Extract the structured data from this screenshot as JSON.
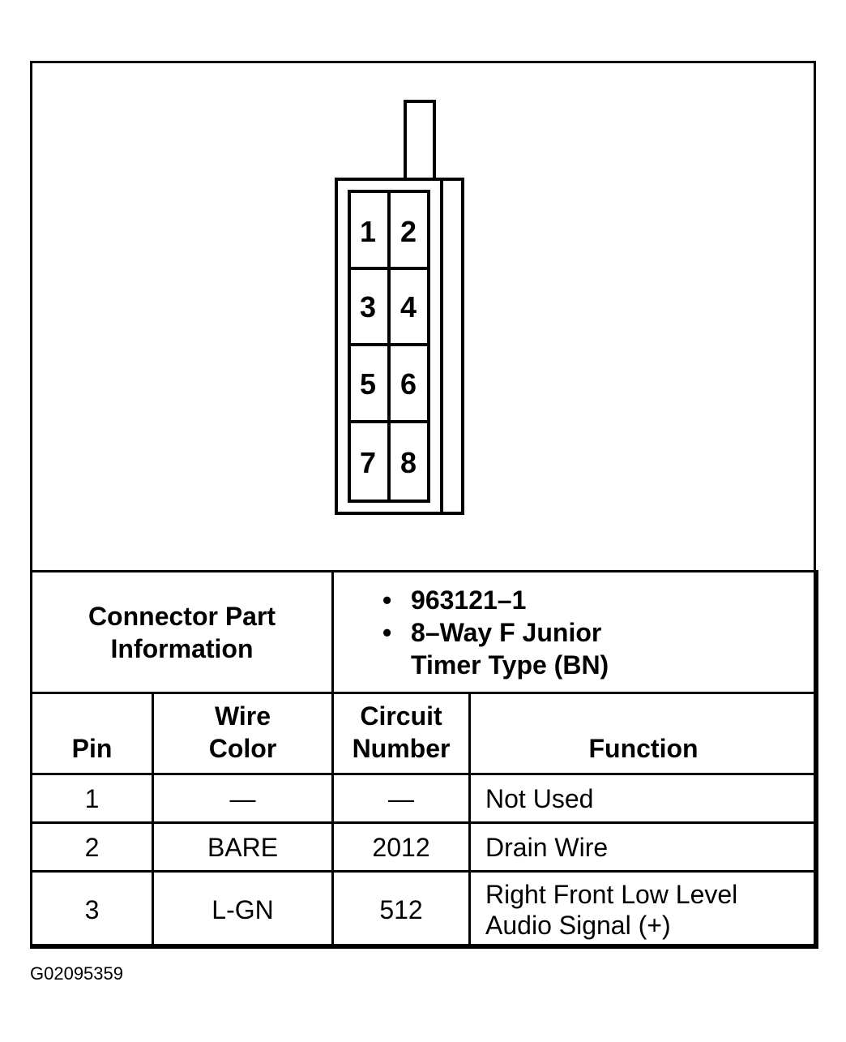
{
  "connector": {
    "pins": [
      "1",
      "2",
      "3",
      "4",
      "5",
      "6",
      "7",
      "8"
    ]
  },
  "part_info": {
    "label": "Connector Part Information",
    "label_line1": "Connector Part",
    "label_line2": "Information",
    "bullets": [
      "963121–1",
      "8–Way F Junior Timer Type (BN)"
    ]
  },
  "table": {
    "headers": {
      "pin": "Pin",
      "wire_color_line1": "Wire",
      "wire_color_line2": "Color",
      "circuit_line1": "Circuit",
      "circuit_line2": "Number",
      "function": "Function"
    },
    "rows": [
      {
        "pin": "1",
        "wire_color": "—",
        "circuit": "—",
        "function": "Not Used",
        "function_line2": ""
      },
      {
        "pin": "2",
        "wire_color": "BARE",
        "circuit": "2012",
        "function": "Drain Wire",
        "function_line2": ""
      },
      {
        "pin": "3",
        "wire_color": "L-GN",
        "circuit": "512",
        "function": "Right Front Low Level",
        "function_line2": "Audio Signal (+)"
      }
    ]
  },
  "figure_id": "G02095359"
}
